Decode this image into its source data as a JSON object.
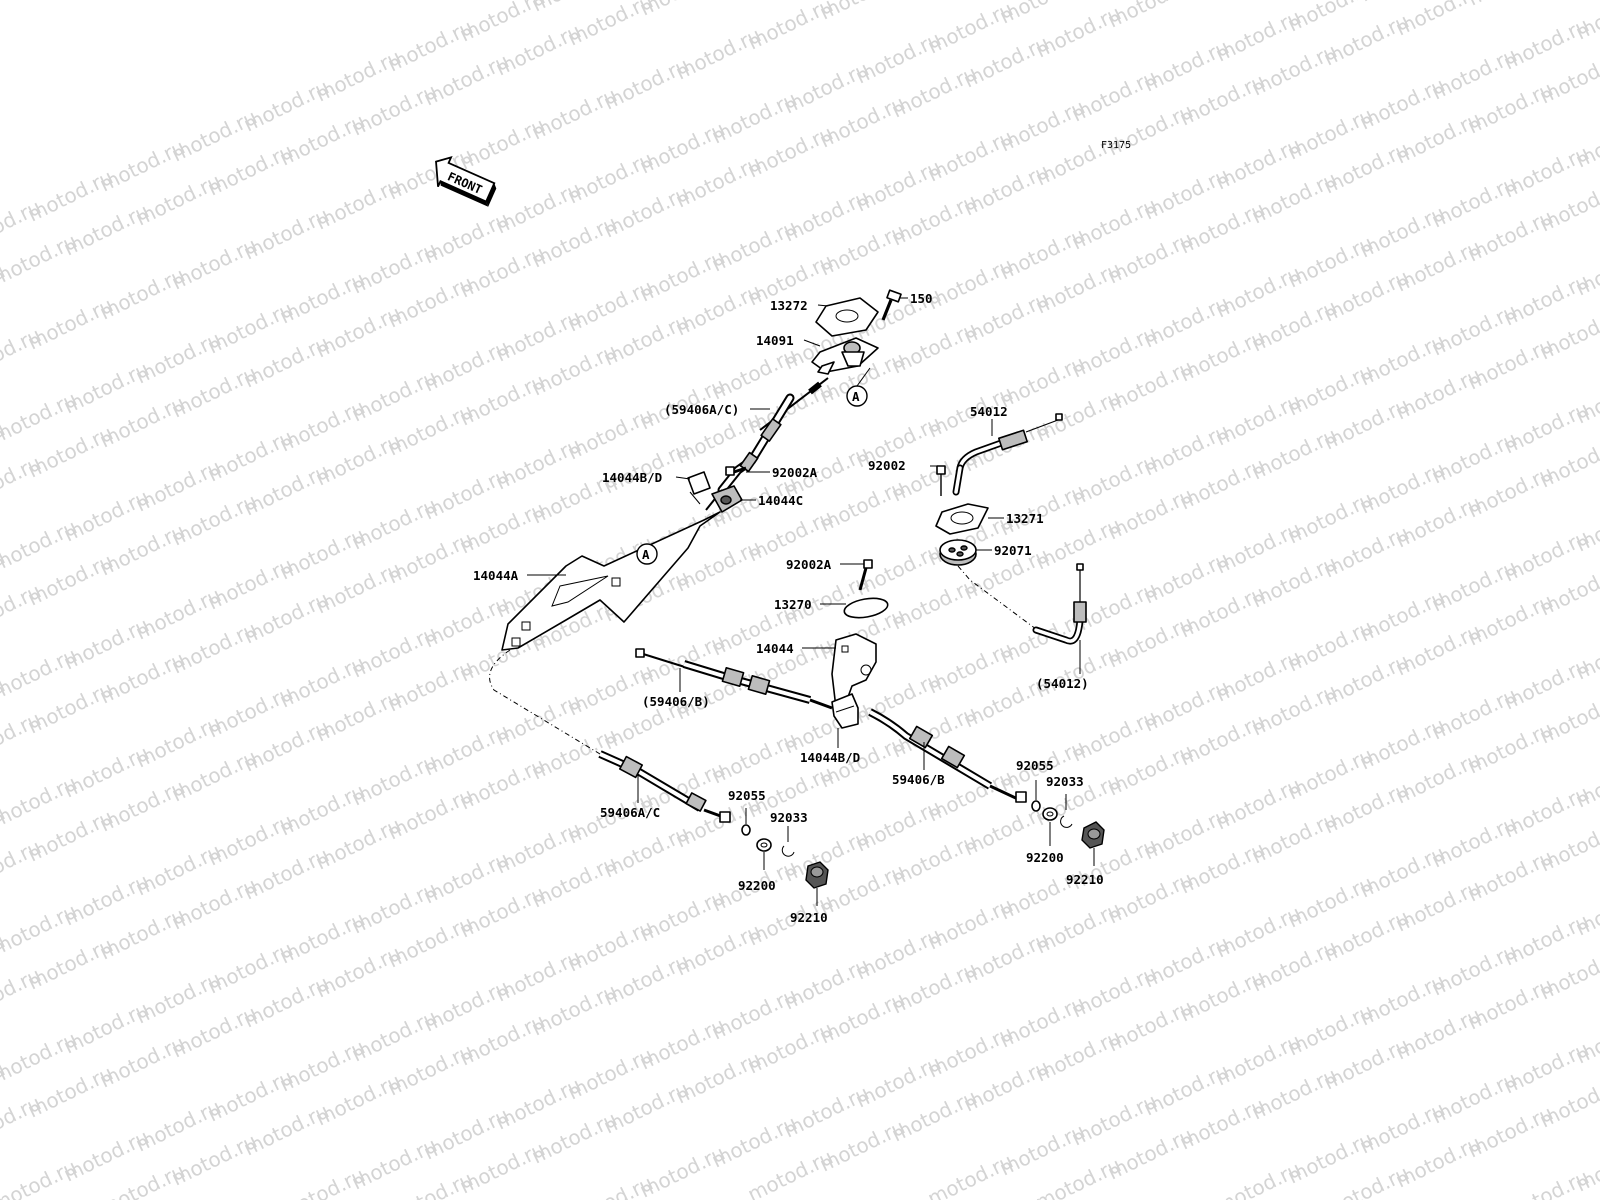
{
  "figure_code": "F3175",
  "front_arrow_label": "FRONT",
  "watermark_text": "motod.ru",
  "labels": {
    "p150": "150",
    "p13272": "13272",
    "p14091": "14091",
    "p59406ac_paren": "(59406A/C)",
    "p14044bd_top": "14044B/D",
    "p92002a_top": "92002A",
    "p14044c": "14044C",
    "p14044a": "14044A",
    "p54012": "54012",
    "p92002": "92002",
    "p13271": "13271",
    "p92071": "92071",
    "p92002a_mid": "92002A",
    "p13270": "13270",
    "p14044": "14044",
    "p54012_paren": "(54012)",
    "p59406b_paren": "(59406/B)",
    "p14044bd_bottom": "14044B/D",
    "p59406b": "59406/B",
    "p59406ac": "59406A/C",
    "p92055_left": "92055",
    "p92033_left": "92033",
    "p92200_left": "92200",
    "p92210_left": "92210",
    "p92055_right": "92055",
    "p92033_right": "92033",
    "p92200_right": "92200",
    "p92210_right": "92210"
  },
  "ref_marks": {
    "a_top": "A",
    "a_left": "A"
  }
}
